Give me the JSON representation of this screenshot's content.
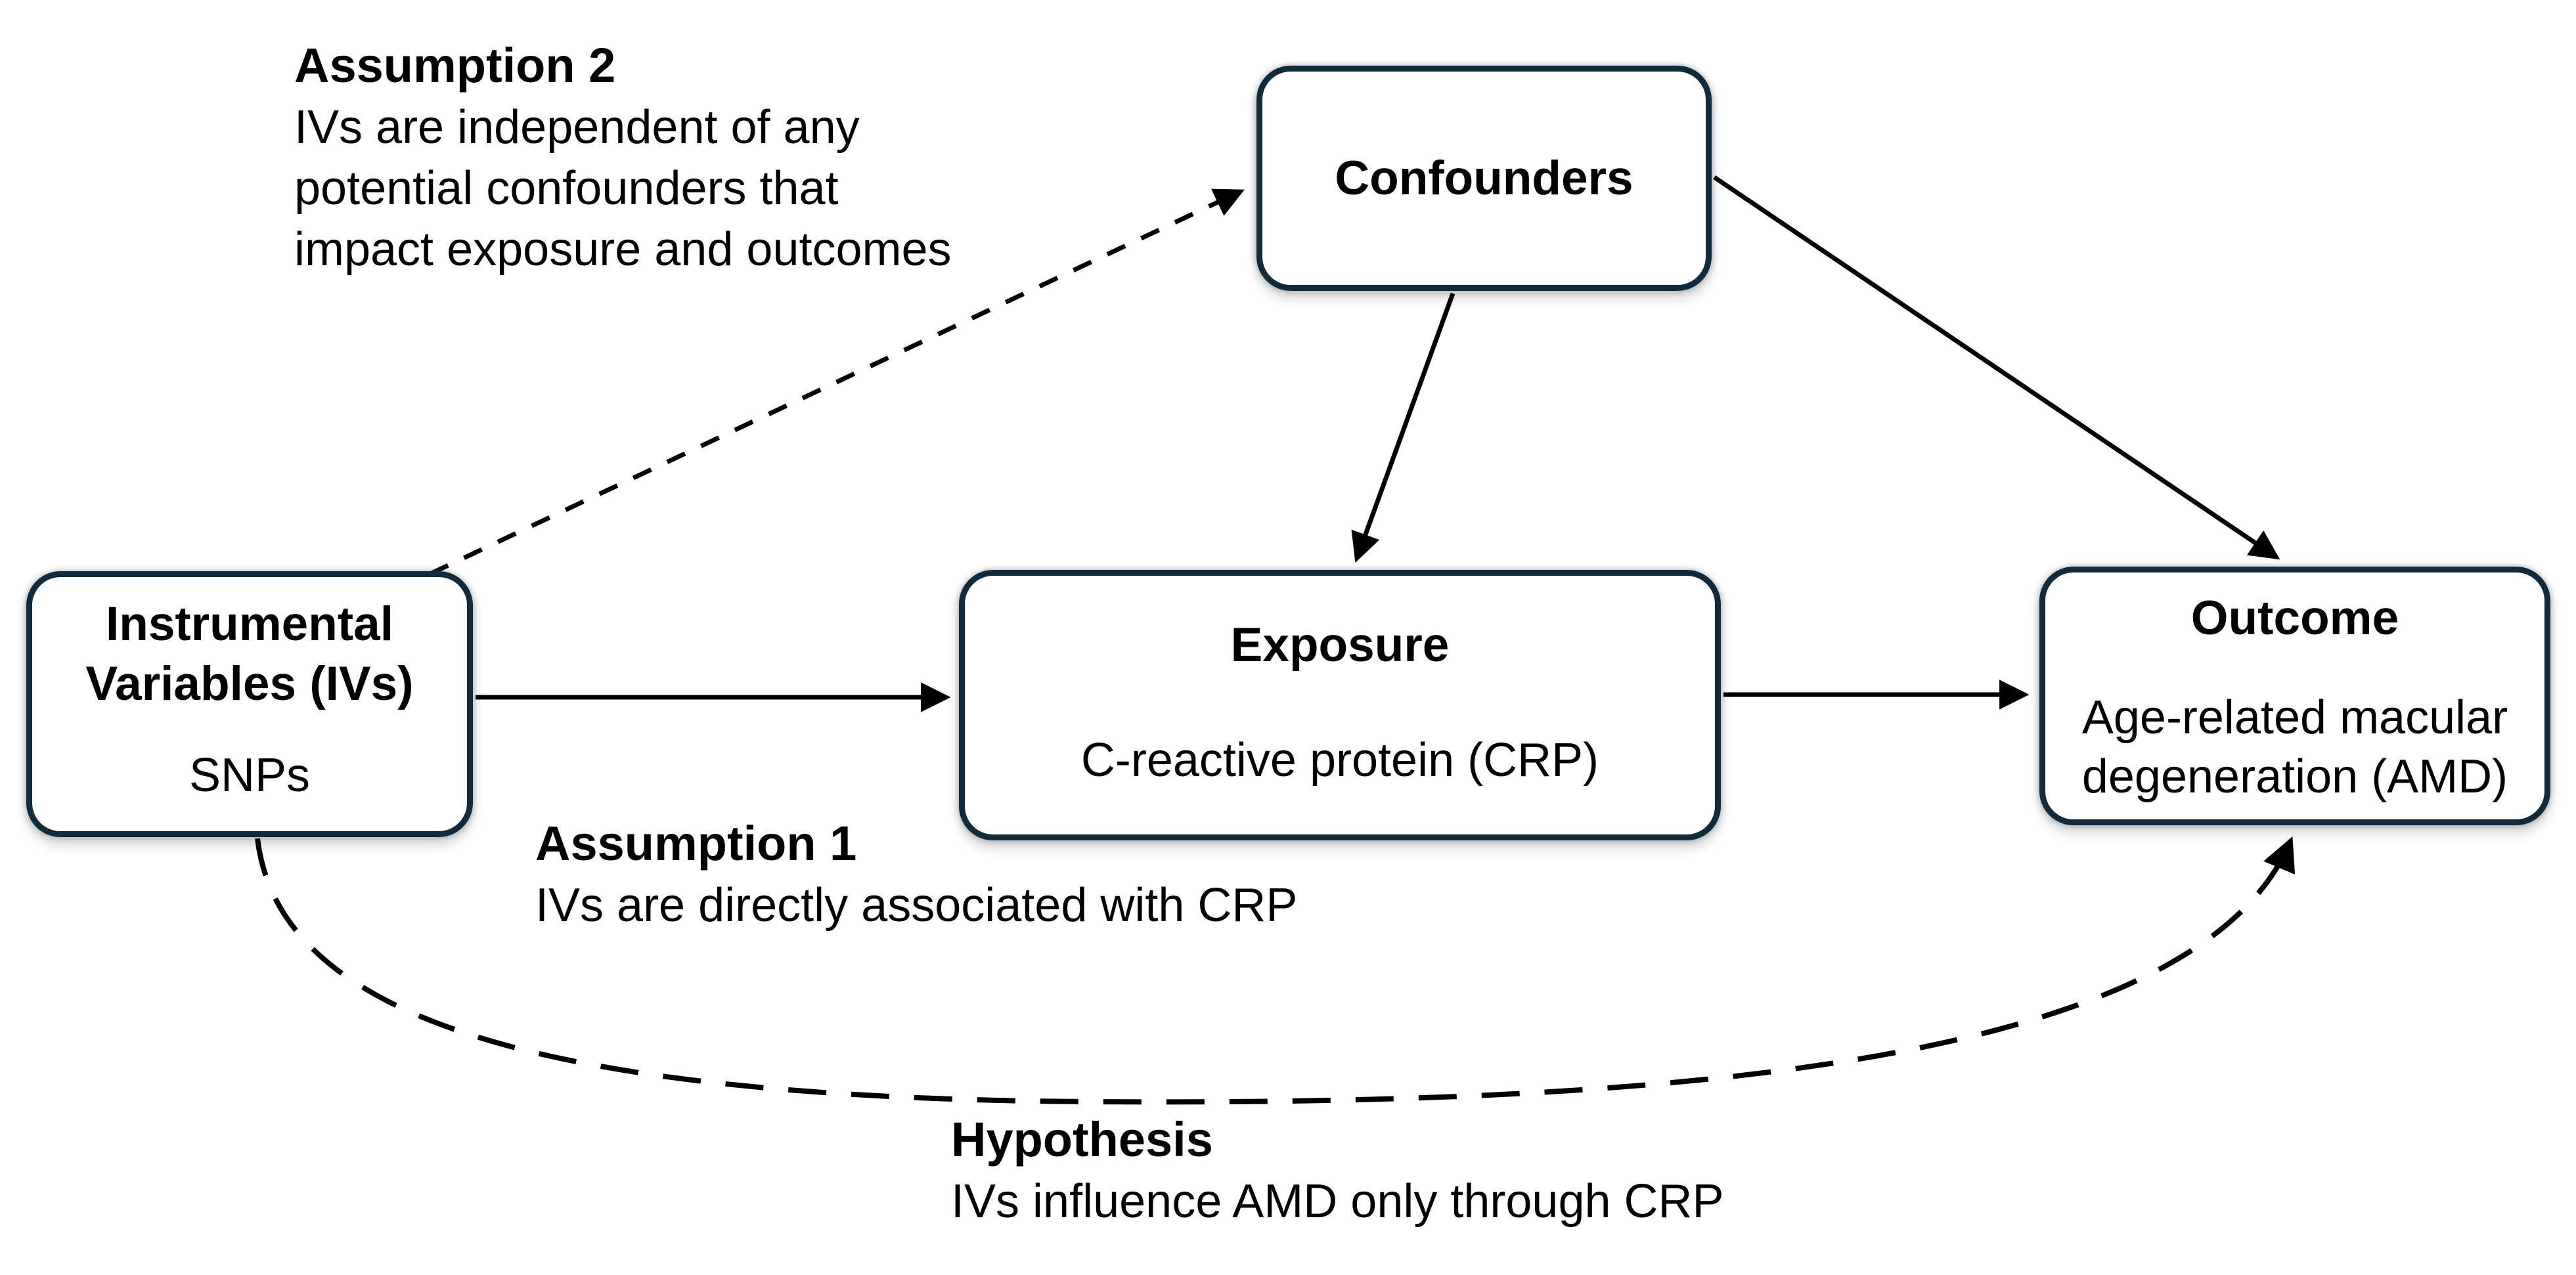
{
  "colors": {
    "background": "#ffffff",
    "box_border": "#122b3c",
    "box_fill": "#ffffff",
    "arrow": "#000000",
    "text": "#000000"
  },
  "boxes": {
    "confounders": {
      "title": "Confounders"
    },
    "instrumental_variables": {
      "title": "Instrumental Variables (IVs)",
      "subtitle": "SNPs"
    },
    "exposure": {
      "title": "Exposure",
      "subtitle": "C-reactive protein (CRP)"
    },
    "outcome": {
      "title": "Outcome",
      "subtitle": "Age-related macular degeneration (AMD)"
    }
  },
  "annotations": {
    "assumption2": {
      "heading": "Assumption 2",
      "body_lines": [
        "IVs are independent of any",
        "potential confounders that",
        "impact exposure and outcomes"
      ]
    },
    "assumption1": {
      "heading": "Assumption 1",
      "body_lines": [
        "IVs are directly associated with CRP"
      ]
    },
    "hypothesis": {
      "heading": "Hypothesis",
      "body_lines": [
        "IVs influence AMD only through CRP"
      ]
    }
  },
  "edges": [
    {
      "from": "instrumental_variables",
      "to": "confounders",
      "style": "dashed",
      "annotation": "assumption2"
    },
    {
      "from": "confounders",
      "to": "exposure",
      "style": "solid"
    },
    {
      "from": "confounders",
      "to": "outcome",
      "style": "solid"
    },
    {
      "from": "instrumental_variables",
      "to": "exposure",
      "style": "solid",
      "annotation": "assumption1"
    },
    {
      "from": "exposure",
      "to": "outcome",
      "style": "solid"
    },
    {
      "from": "instrumental_variables",
      "to": "outcome",
      "style": "dashed",
      "annotation": "hypothesis"
    }
  ]
}
